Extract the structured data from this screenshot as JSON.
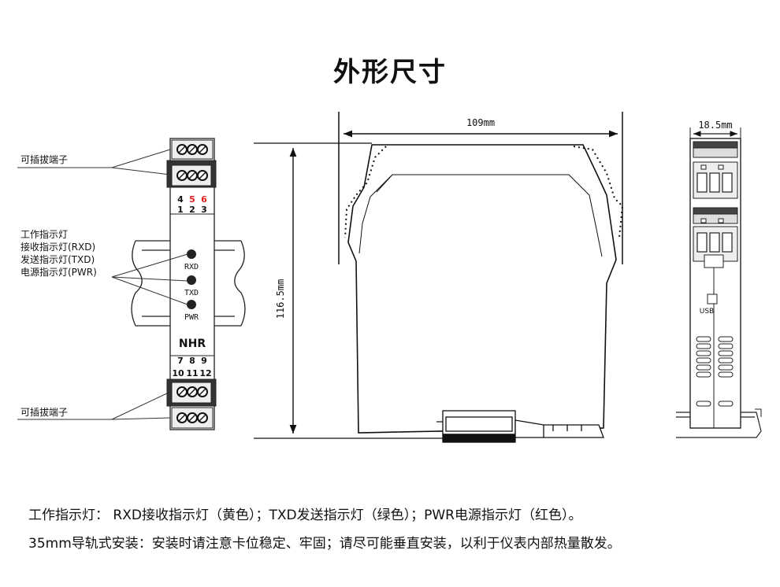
{
  "title": "外形尺寸",
  "front_view": {
    "label_top_terminal": "可插拔端子",
    "label_bottom_terminal": "可插拔端子",
    "indicator_group_title": "工作指示灯",
    "indicator_rxd": "接收指示灯(RXD)",
    "indicator_txd": "发送指示灯(TXD)",
    "indicator_pwr": "电源指示灯(PWR)",
    "terminal_top_row_upper": [
      "4",
      "5",
      "6"
    ],
    "terminal_top_row_lower": [
      "1",
      "2",
      "3"
    ],
    "terminal_bottom_row_upper": [
      "7",
      "8",
      "9"
    ],
    "terminal_bottom_row_lower": [
      "10",
      "11",
      "12"
    ],
    "led_rxd": "RXD",
    "led_txd": "TXD",
    "led_pwr": "PWR",
    "logo": "NHR",
    "highlight_color": "#e0201c"
  },
  "side_view": {
    "width_dim": "109mm",
    "height_dim": "116.5mm"
  },
  "end_view": {
    "thickness_dim": "18.5mm",
    "usb_label": "USB"
  },
  "notes": {
    "line1": "工作指示灯： RXD接收指示灯（黄色）；TXD发送指示灯（绿色）；PWR电源指示灯（红色）。",
    "line2": "35mm导轨式安装：安装时请注意卡位稳定、牢固；请尽可能垂直安装，以利于仪表内部热量散发。"
  }
}
